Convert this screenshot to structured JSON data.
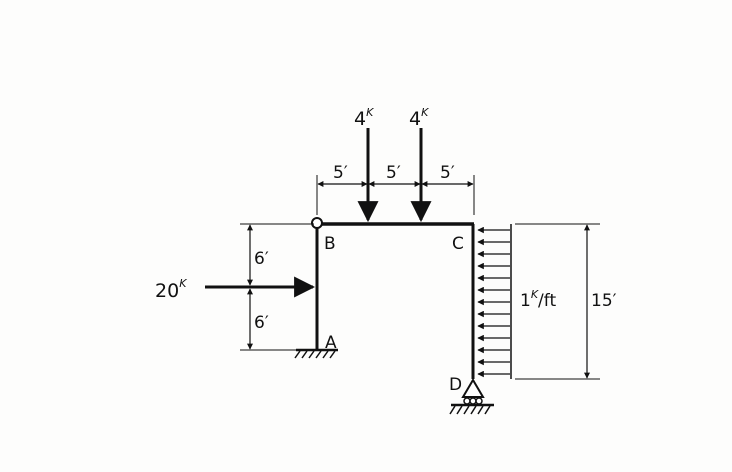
{
  "nodes": {
    "A": "A",
    "B": "B",
    "C": "C",
    "D": "D"
  },
  "loads": {
    "point_load_left": {
      "value": "4",
      "unit": "K"
    },
    "point_load_right": {
      "value": "4",
      "unit": "K"
    },
    "horizontal_load": {
      "value": "20",
      "unit": "K"
    },
    "distributed_load": {
      "value": "1",
      "unit": "K",
      "per": "/ft"
    }
  },
  "dimensions": {
    "top_spans": [
      "5′",
      "5′",
      "5′"
    ],
    "left_heights": [
      "6′",
      "6′"
    ],
    "right_height": "15′"
  },
  "colors": {
    "ink": "#111111",
    "paper": "#fdfdfc"
  }
}
